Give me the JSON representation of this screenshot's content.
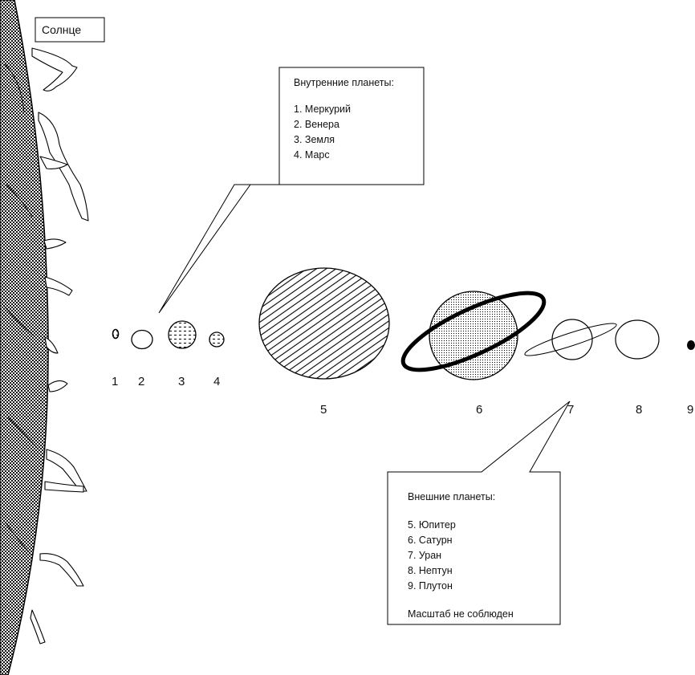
{
  "sun_label": "Солнце",
  "inner_box": {
    "title": "Внутренние планеты:",
    "items": [
      "1. Меркурий",
      "2. Венера",
      "3. Земля",
      "4. Марс"
    ]
  },
  "outer_box": {
    "title": "Внешние планеты:",
    "items": [
      "5. Юпитер",
      "6. Сатурн",
      "7. Уран",
      "8. Нептун",
      "9. Плутон"
    ],
    "note": "Масштаб не соблюден"
  },
  "planet_numbers": [
    "1",
    "2",
    "3",
    "4",
    "5",
    "6",
    "7",
    "8",
    "9"
  ]
}
